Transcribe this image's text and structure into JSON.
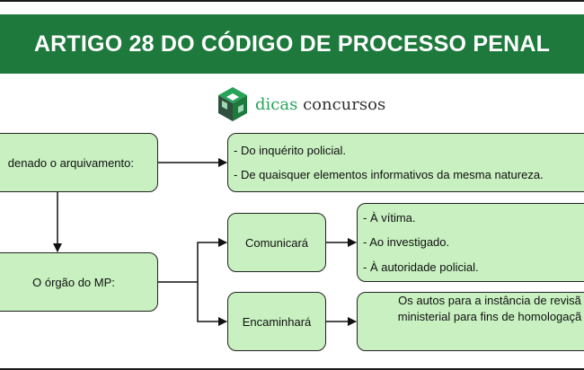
{
  "title": "ARTIGO 28 DO CÓDIGO DE PROCESSO PENAL",
  "logo": {
    "word1": "dicas",
    "word2": "concursos"
  },
  "nodes": {
    "archiving": "denado o arquivamento:",
    "list1": [
      "- Do inquérito policial.",
      "- De quaisquer elementos informativos da mesma natureza."
    ],
    "mp": "O órgão do MP:",
    "communicate": "Comunicará",
    "forward": "Encaminhará",
    "list2": [
      "- À vítima.",
      "- Ao investigado.",
      "- À autoridade policial."
    ],
    "autos": [
      "Os autos para a instância de revisã",
      "ministerial para fins de homologaçã"
    ]
  },
  "colors": {
    "banner": "#1e7a3c",
    "node_fill": "#c8f0c0",
    "logo_green": "#27a35a",
    "logo_dark": "#333333"
  }
}
